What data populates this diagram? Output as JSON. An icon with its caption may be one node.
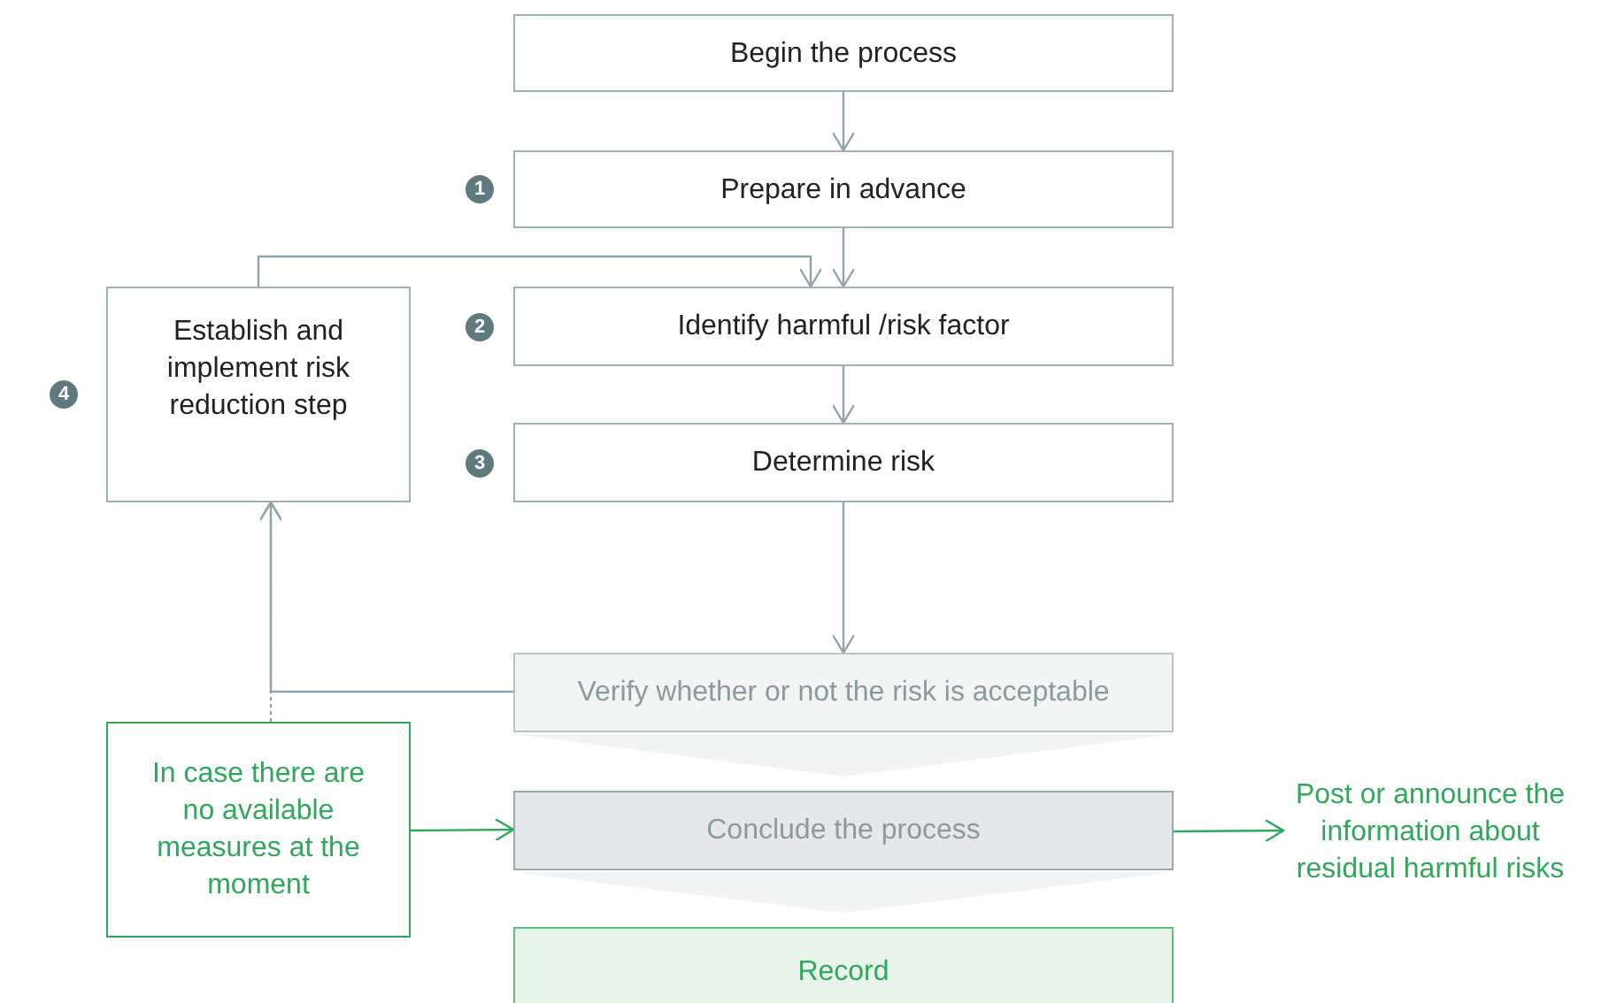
{
  "diagram": {
    "nodes": [
      {
        "text": [
          "Begin the process"
        ]
      },
      {
        "text": [
          "Prepare in advance"
        ],
        "beside": [
          "1"
        ]
      },
      {
        "text": [
          "Establish and implement risk reduction step"
        ],
        "beside": [
          "4"
        ]
      },
      {
        "text": [
          "Identify harmful /risk factor"
        ],
        "beside": [
          "2"
        ]
      },
      {
        "text": [
          "Determine risk"
        ],
        "beside": [
          "3"
        ]
      },
      {
        "text": [
          "Verify whether or not the risk is acceptable"
        ]
      },
      {
        "text": [
          "In case there are no available measures at the moment"
        ]
      },
      {
        "text": [
          "Conclude the process"
        ]
      },
      {
        "text": [
          "Post or announce the information about residual harmful risks"
        ]
      },
      {
        "text": [
          "Record"
        ]
      }
    ],
    "edges": [
      {
        "from": 0,
        "to": 1,
        "arrow": "to"
      },
      {
        "from": 1,
        "to": 3,
        "arrow": "to"
      },
      {
        "from": 2,
        "to": 3,
        "arrow": "to"
      },
      {
        "from": 3,
        "to": 4,
        "arrow": "to"
      },
      {
        "from": 4,
        "to": 5,
        "arrow": "to"
      },
      {
        "from": 5,
        "to": 2,
        "arrow": "to"
      },
      {
        "from": 6,
        "to": 2,
        "arrow": "to",
        "style": "dashed"
      },
      {
        "from": 5,
        "to": 7,
        "arrow": "to",
        "style": "thick",
        "color": "#f2f3f3"
      },
      {
        "from": 6,
        "to": 7,
        "arrow": "to",
        "color": "#2fa85a"
      },
      {
        "from": 7,
        "to": 8,
        "arrow": "to",
        "color": "#2fa85a"
      },
      {
        "from": 7,
        "to": 9,
        "arrow": "to",
        "style": "thick",
        "color": "#f2f3f3"
      }
    ]
  }
}
